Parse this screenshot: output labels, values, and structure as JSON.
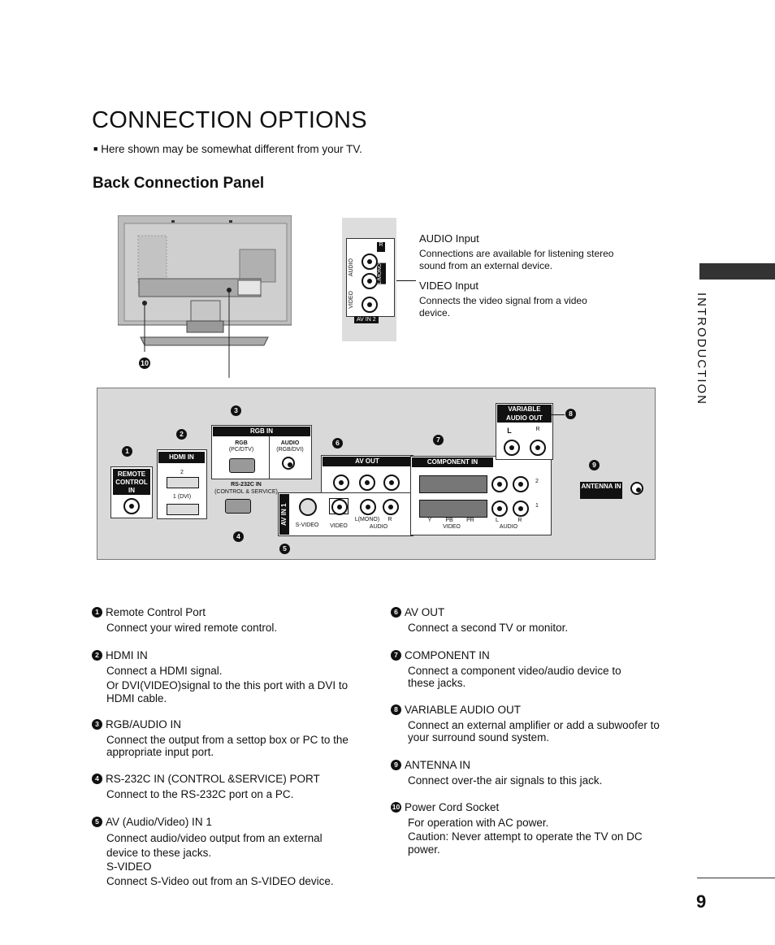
{
  "page": {
    "title": "CONNECTION OPTIONS",
    "note": "Here shown may be somewhat different from your TV.",
    "section_title": "Back Connection Panel",
    "side_tab": "INTRODUCTION",
    "page_number": "9"
  },
  "av_in2": {
    "labels": [
      "R",
      "AUDIO",
      "L/MONO",
      "VIDEO",
      "AV IN 2"
    ],
    "audio_title": "AUDIO Input",
    "audio_body": "Connections are available for listening stereo sound from an external device.",
    "video_title": "VIDEO Input",
    "video_body": "Connects the video signal from a video device."
  },
  "panel": {
    "remote": "REMOTE CONTROL IN",
    "hdmi": "HDMI IN",
    "hdmi_2": "2",
    "hdmi_1": "1 (DVI)",
    "rgb_in": "RGB IN",
    "rgb": "RGB",
    "rgb_sub": "(PC/DTV)",
    "audio": "AUDIO",
    "audio_sub": "(RGB/DVI)",
    "rs232": "RS-232C IN",
    "rs232_sub": "(CONTROL & SERVICE)",
    "av_out": "AV OUT",
    "av_in1": "AV IN 1",
    "svideo": "S-VIDEO",
    "video": "VIDEO",
    "lmono": "L(MONO)",
    "r": "R",
    "audio_lbl": "AUDIO",
    "component": "COMPONENT IN",
    "y": "Y",
    "pb": "PB",
    "pr": "PR",
    "comp_video": "VIDEO",
    "comp_audio": "AUDIO",
    "comp_l": "L",
    "comp_r": "R",
    "row2": "2",
    "row1": "1",
    "variable": "VARIABLE AUDIO OUT",
    "var_l": "L",
    "var_r": "R",
    "antenna": "ANTENNA IN"
  },
  "callouts": [
    "1",
    "2",
    "3",
    "4",
    "5",
    "6",
    "7",
    "8",
    "9",
    "10"
  ],
  "items_left": [
    {
      "n": "1",
      "title": "Remote Control Port",
      "body": [
        "Connect your wired remote control."
      ]
    },
    {
      "n": "2",
      "title": "HDMI IN",
      "body": [
        "Connect a HDMI signal.",
        "Or DVI(VIDEO)signal to the this port with a DVI to HDMI cable."
      ]
    },
    {
      "n": "3",
      "title": "RGB/AUDIO IN",
      "body": [
        "Connect the output from a settop box or PC to the appropriate input port."
      ]
    },
    {
      "n": "4",
      "title": "RS-232C IN (CONTROL &SERVICE) PORT",
      "body": [
        "Connect to the RS-232C port on a PC."
      ]
    },
    {
      "n": "5",
      "title": "AV (Audio/Video) IN 1",
      "body": [
        "Connect audio/video output from an external device to these jacks.",
        "S-VIDEO",
        "Connect S-Video out from an S-VIDEO device."
      ]
    }
  ],
  "items_right": [
    {
      "n": "6",
      "title": "AV OUT",
      "body": [
        "Connect a second TV or monitor."
      ]
    },
    {
      "n": "7",
      "title": "COMPONENT IN",
      "body": [
        "Connect a component video/audio device to these jacks."
      ]
    },
    {
      "n": "8",
      "title": "VARIABLE AUDIO OUT",
      "body": [
        "Connect an external amplifier or add a subwoofer to your surround sound system."
      ]
    },
    {
      "n": "9",
      "title": "ANTENNA IN",
      "body": [
        "Connect over-the air signals to this jack."
      ]
    },
    {
      "n": "10",
      "title": "Power Cord Socket",
      "body": [
        "For operation with AC power.",
        "Caution: Never attempt to operate the TV on DC power."
      ]
    }
  ]
}
